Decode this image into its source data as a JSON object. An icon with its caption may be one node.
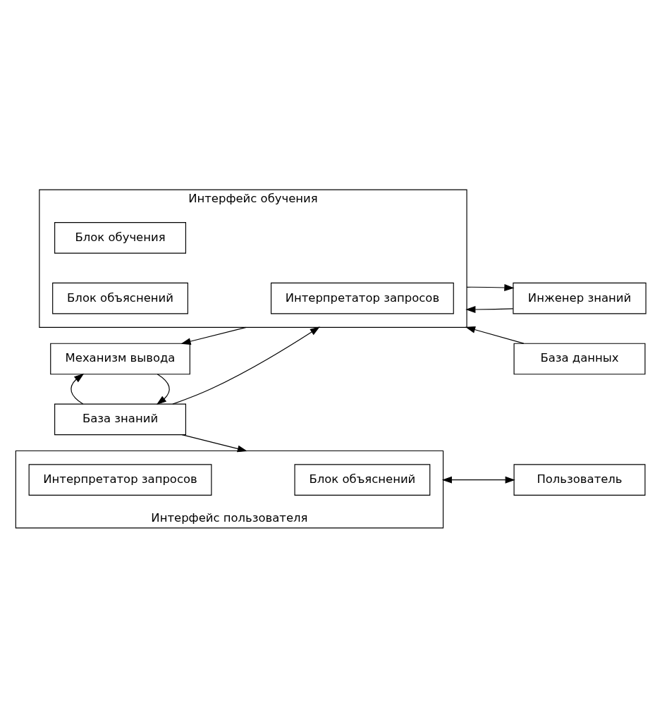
{
  "diagram": {
    "nodes": [
      {
        "text": [
          "Интерфейс обучения"
        ]
      },
      {
        "text": [
          "Блок обучения"
        ],
        "in": 0
      },
      {
        "text": [
          "Интерпретатор запросов"
        ],
        "in": 0
      },
      {
        "text": [
          "Блок объяснений"
        ],
        "in": 0
      },
      {
        "text": [
          "Механизм вывода"
        ]
      },
      {
        "text": [
          "База знаний"
        ]
      },
      {
        "text": [
          "Инженер знаний"
        ]
      },
      {
        "text": [
          "База данных"
        ]
      },
      {
        "text": [
          "Интерфейс пользователя"
        ]
      },
      {
        "text": [
          "Интерпретатор запросов"
        ],
        "in": 8
      },
      {
        "text": [
          "Блок объяснений"
        ],
        "in": 8
      },
      {
        "text": [
          "Пользователь"
        ]
      }
    ],
    "edges": [
      {
        "from": 0,
        "to": 4,
        "arrow": "to"
      },
      {
        "from": 4,
        "to": 5,
        "arrow": "to"
      },
      {
        "from": 5,
        "to": 4,
        "arrow": "to"
      },
      {
        "from": 5,
        "to": 0,
        "arrow": "to"
      },
      {
        "from": 5,
        "to": 8,
        "arrow": "to"
      },
      {
        "from": 6,
        "to": 0,
        "arrow": "to"
      },
      {
        "from": 0,
        "to": 6,
        "arrow": "to"
      },
      {
        "from": 7,
        "to": 0,
        "arrow": "to"
      },
      {
        "from": 11,
        "to": 8,
        "arrow": "both"
      }
    ]
  }
}
